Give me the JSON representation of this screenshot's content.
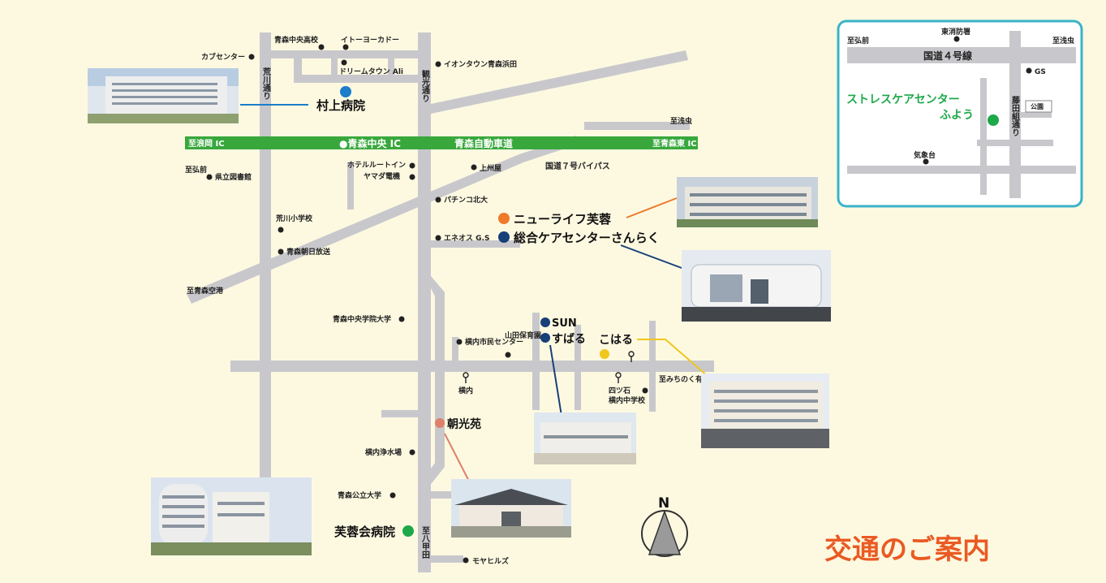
{
  "colors": {
    "background": "#fdf9e1",
    "road": "#c8c8cc",
    "expressway": "#38a83c",
    "blue_marker": "#1c7dc8",
    "navy_marker": "#173f78",
    "orange_marker": "#ee7a2a",
    "yellow_marker": "#f0c61c",
    "salmon_marker": "#e07f6a",
    "green_marker": "#1ea84a",
    "title": "#ea5a22",
    "inset_border": "#3ab3c8"
  },
  "title": "交通のご案内",
  "compass_label": "N",
  "expressway": {
    "left": "至浪岡 IC",
    "ic": "●青森中央 IC",
    "name": "青森自動車道",
    "right": "至青森東 IC"
  },
  "roads": {
    "arakawa": "荒川通り",
    "kanko": "観光通り",
    "hachikoda": "至八甲田",
    "bypass": "国道７号バイパス",
    "asamushi": "至浅虫",
    "hirosaki": "至弘前",
    "airport": "至青森空港",
    "michinoku": "至みちのく有料道路"
  },
  "landmarks": {
    "koko": "青森中央高校",
    "itoyokado": "イトーヨーカドー",
    "kabu": "カブセンター",
    "dream": "ドリームタウン Ali",
    "aeon": "イオンタウン青森浜田",
    "hotel": "ホテルルートイン",
    "yamada": "ヤマダ電機",
    "joshu": "上州屋",
    "library": "県立図書館",
    "pachinko": "パチンコ北大",
    "arakawa_school": "荒川小学校",
    "eneos": "エネオス G.S",
    "asahi": "青森朝日放送",
    "univ": "青森中央学院大学",
    "yokouchi_center": "横内市民センター",
    "yamada_nursery": "山田保育園",
    "yokouchi": "横内",
    "yotsuishi": "四ツ石",
    "junior_high": "横内中学校",
    "water": "横内浄水場",
    "public_univ": "青森公立大学",
    "moya": "モヤヒルズ"
  },
  "facilities": {
    "murakami": "村上病院",
    "newlife": "ニューライフ芙蓉",
    "sanraku": "総合ケアセンターさんらく",
    "sun": "SUN",
    "subaru": "すばる",
    "koharu": "こはる",
    "chokoen": "朝光苑",
    "fuyokai": "芙蓉会病院"
  },
  "inset": {
    "hirosaki": "至弘前",
    "fire": "東消防署",
    "asamushi": "至浅虫",
    "route": "国道４号線",
    "gs": "GS",
    "center": "ストレスケアセンター",
    "center2": "ふよう",
    "park": "公園",
    "fujita": "藤田組通り",
    "weather": "気象台"
  }
}
